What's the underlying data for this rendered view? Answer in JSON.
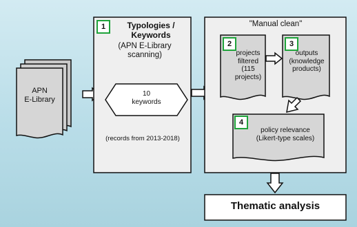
{
  "source": {
    "line1": "APN",
    "line2": "E-Library"
  },
  "typology": {
    "number": "1",
    "title_line1": "Typologies /",
    "title_line2": "Keywords",
    "sub_line1": "(APN E-Library",
    "sub_line2": "scanning)",
    "keywords_line1": "10",
    "keywords_line2": "keywords",
    "records": "(records from 2013-2018)"
  },
  "manual_clean": {
    "title": "\"Manual clean\"",
    "step2": {
      "number": "2",
      "lines": [
        "projects",
        "filtered",
        "(115",
        "projects)"
      ]
    },
    "step3": {
      "number": "3",
      "lines": [
        "outputs",
        "(knowledge",
        "products)"
      ]
    },
    "step4": {
      "number": "4",
      "lines": [
        "policy relevance",
        "(Likert-type scales)"
      ]
    }
  },
  "result": {
    "label": "Thematic analysis"
  },
  "colors": {
    "green": "#1ea33a",
    "panel": "#efefef",
    "doc": "#d6d6d6",
    "border": "#111111"
  }
}
